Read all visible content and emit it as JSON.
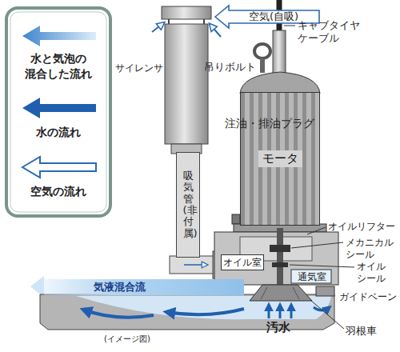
{
  "diagram": {
    "nodes": [
      {
        "text": [
          "空気(自吸)"
        ]
      },
      {
        "text": [
          "吸気管(非付属)"
        ]
      },
      {
        "text": [
          "モータ"
        ]
      },
      {
        "text": [
          "気液混合流"
        ]
      },
      {
        "text": [
          "オイル室"
        ]
      }
    ],
    "labels": [
      "サイレンサ",
      "キャブタイヤ ケーブル",
      "吊りボルト",
      "注油・排油プラグ",
      "オイルリフター",
      "メカニカル シール",
      "オイル シール",
      "通気室",
      "ガイドベーン",
      "汚水",
      "(イメージ図)",
      "羽根車"
    ],
    "legend": [
      {
        "text": "水と気泡の 混合した流れ"
      },
      {
        "text": "水の流れ"
      },
      {
        "text": "空気の流れ"
      }
    ]
  }
}
